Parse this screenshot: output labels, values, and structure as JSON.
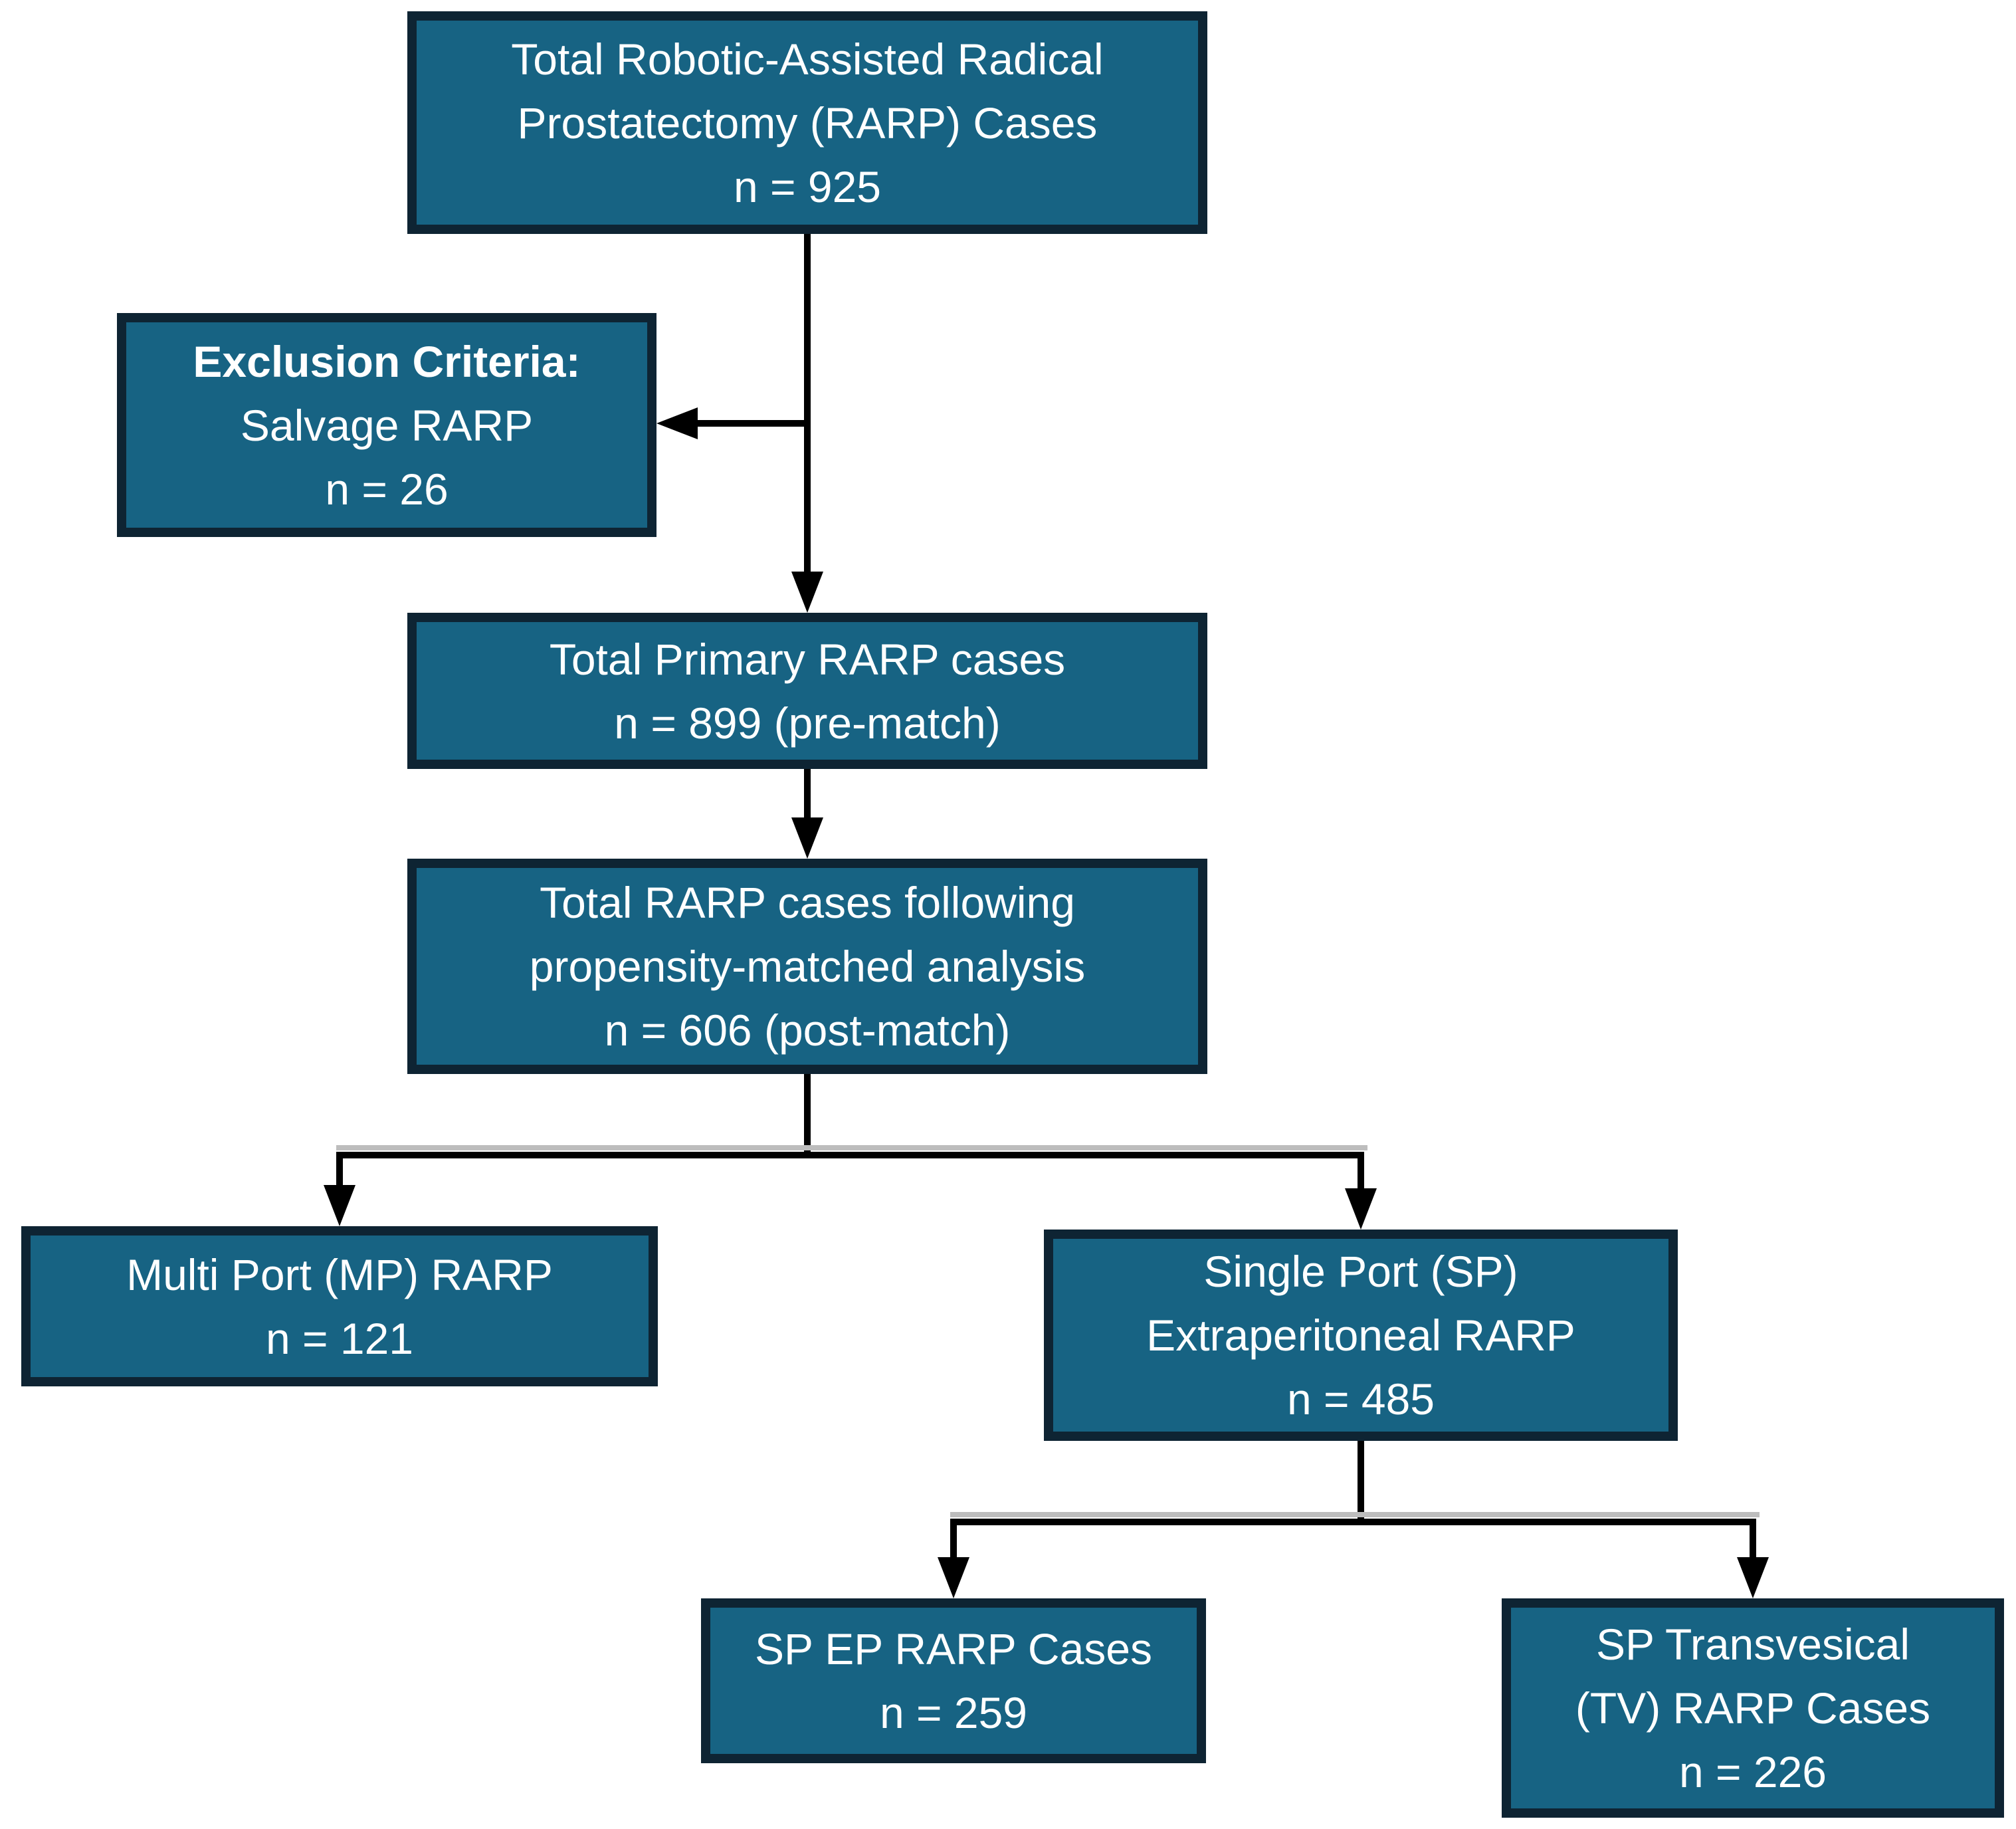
{
  "colors": {
    "box_fill": "#176383",
    "box_border": "#0e2433",
    "text": "#ffffff",
    "line": "#000000",
    "branch_shadow": "#bdbdbd",
    "background": "#ffffff"
  },
  "nodes": {
    "total": {
      "lines": [
        "Total Robotic-Assisted Radical",
        "Prostatectomy (RARP) Cases",
        "n = 925"
      ]
    },
    "exclusion": {
      "lines": [
        "Exclusion Criteria:",
        "Salvage RARP",
        "n = 26"
      ]
    },
    "primary": {
      "lines": [
        "Total Primary RARP cases",
        "n = 899 (pre-match)"
      ]
    },
    "matched": {
      "lines": [
        "Total RARP cases following",
        "propensity-matched analysis",
        "n = 606 (post-match)"
      ]
    },
    "multi_port": {
      "lines": [
        "Multi Port (MP) RARP",
        "n = 121"
      ]
    },
    "single_port": {
      "lines": [
        "Single Port (SP)",
        "Extraperitoneal RARP",
        "n = 485"
      ]
    },
    "sp_ep": {
      "lines": [
        "SP EP RARP Cases",
        "n = 259"
      ]
    },
    "sp_tv": {
      "lines": [
        "SP Transvesical",
        "(TV) RARP Cases",
        "n = 226"
      ]
    }
  }
}
